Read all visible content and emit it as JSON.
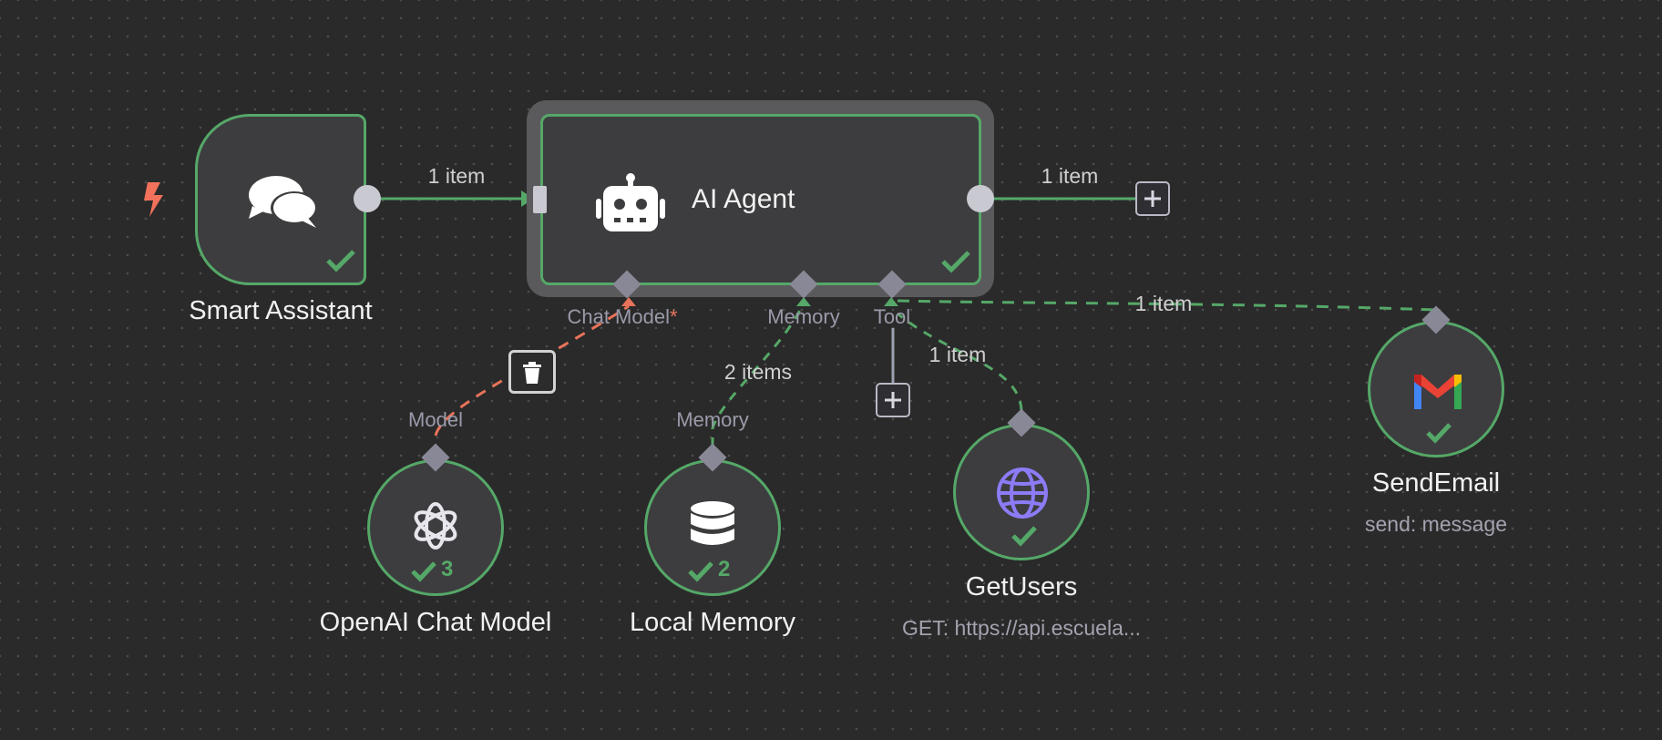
{
  "nodes": {
    "trigger": {
      "title": "Smart Assistant",
      "icon": "chat-bubbles-icon",
      "status": "success"
    },
    "agent": {
      "title": "AI Agent",
      "icon": "robot-icon",
      "status": "success",
      "ports": {
        "chat_model": "Chat Model",
        "required_marker": "*",
        "memory": "Memory",
        "tool": "Tool"
      }
    },
    "openai": {
      "title": "OpenAI Chat Model",
      "icon": "openai-logo-icon",
      "run_count": "3",
      "port_label": "Model"
    },
    "memory": {
      "title": "Local Memory",
      "icon": "database-icon",
      "run_count": "2",
      "port_label": "Memory"
    },
    "getusers": {
      "title": "GetUsers",
      "subtitle": "GET: https://api.escuela...",
      "icon": "globe-icon",
      "status": "success"
    },
    "sendemail": {
      "title": "SendEmail",
      "subtitle": "send: message",
      "icon": "gmail-icon",
      "status": "success"
    }
  },
  "edges": {
    "trigger_to_agent": "1 item",
    "agent_out": "1 item",
    "memory_edge": "2 items",
    "getusers_edge": "1 item",
    "sendemail_edge": "1 item"
  },
  "colors": {
    "success": "#55a868",
    "error_edge": "#e8735a",
    "trigger_bolt": "#f2715a",
    "globe": "#8b7cf6"
  }
}
